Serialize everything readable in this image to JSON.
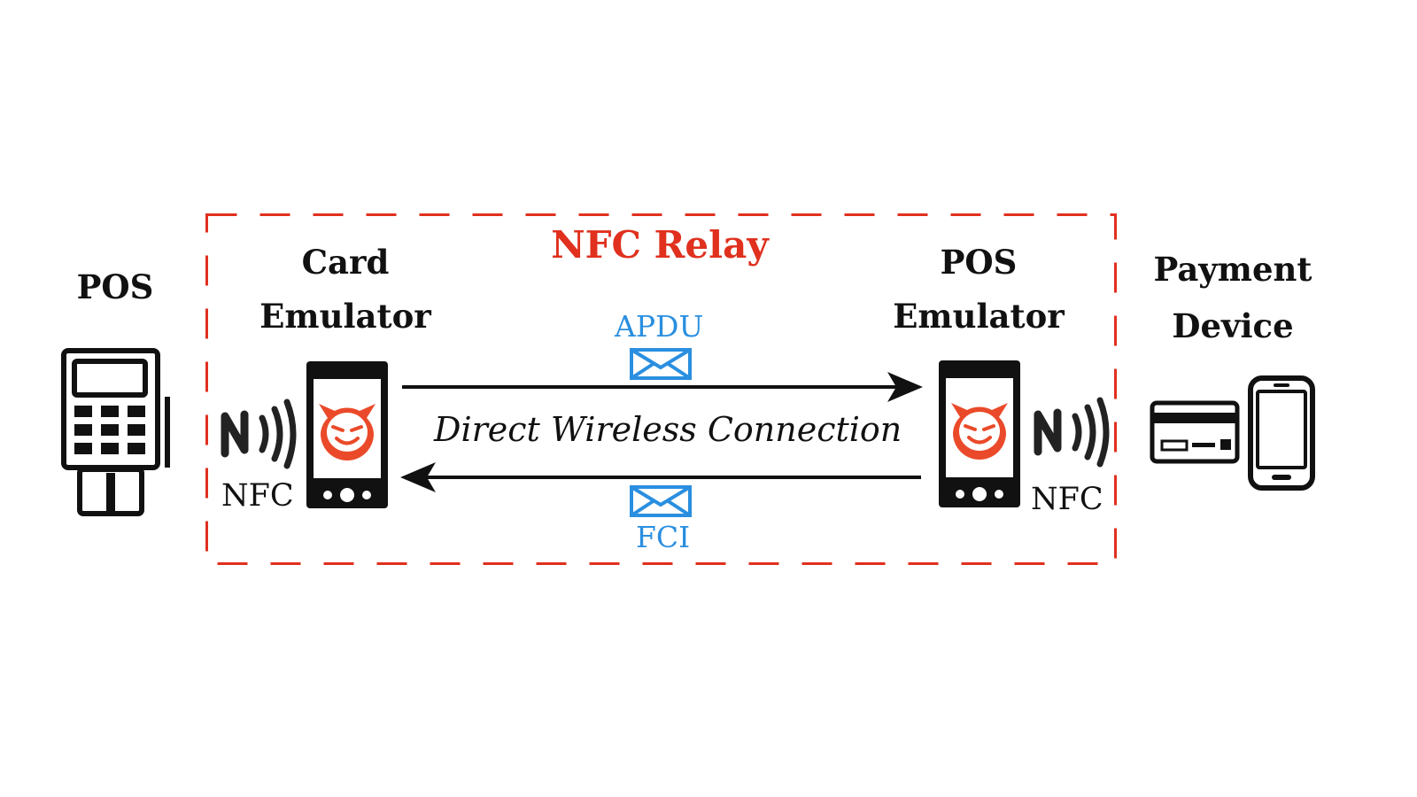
{
  "relay": {
    "title": "NFC Relay",
    "border_color": "#e0301e"
  },
  "left_pos": {
    "label": "POS",
    "icon": "pos-terminal-icon"
  },
  "card_emulator": {
    "label_line1": "Card",
    "label_line2": "Emulator",
    "nfc_label": "NFC",
    "icon": "smartphone-devil-icon"
  },
  "pos_emulator": {
    "label_line1": "POS",
    "label_line2": "Emulator",
    "nfc_label": "NFC",
    "icon": "smartphone-devil-icon"
  },
  "payment_device": {
    "label_line1": "Payment",
    "label_line2": "Device",
    "icons": [
      "credit-card-icon",
      "smartphone-icon"
    ]
  },
  "connection": {
    "label": "Direct Wireless Connection",
    "forward_message": "APDU",
    "return_message": "FCI",
    "message_color": "#2a8fe0",
    "devil_color": "#ea4a2a"
  }
}
